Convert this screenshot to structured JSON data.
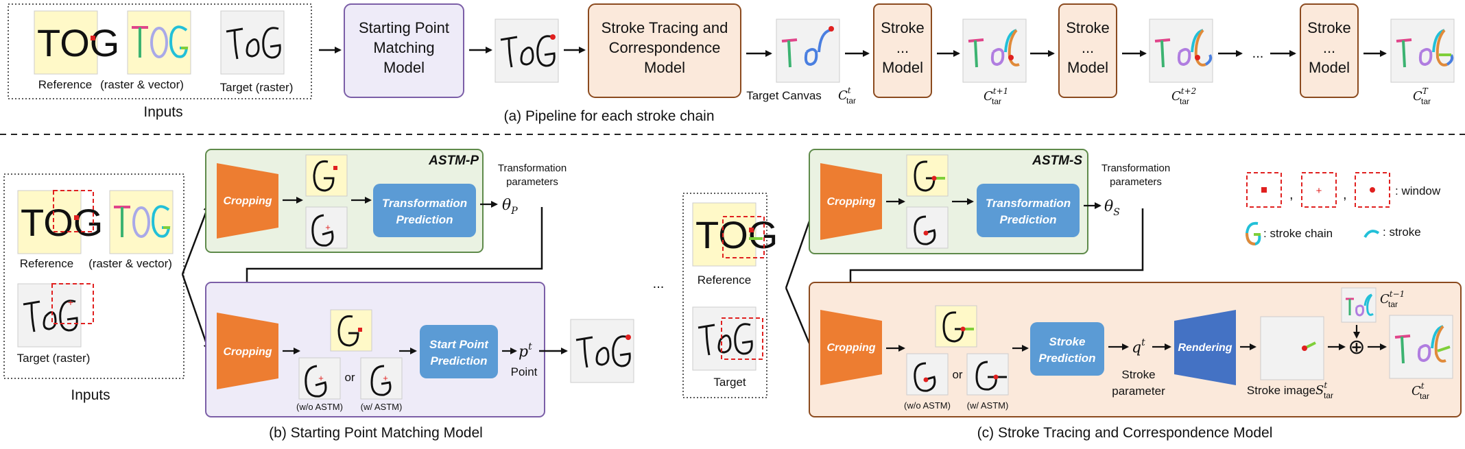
{
  "pipeline": {
    "caption": "(a) Pipeline for each stroke chain",
    "inputs_label": "Inputs",
    "reference_label": "Reference",
    "raster_vector_label": "(raster & vector)",
    "target_raster_label": "Target (raster)",
    "spm_box": [
      "Starting Point",
      "Matching",
      "Model"
    ],
    "stc_box": [
      "Stroke Tracing and",
      "Correspondence",
      "Model"
    ],
    "stroke_box": [
      "Stroke",
      "...",
      "Model"
    ],
    "target_canvas_label": "Target Canvas",
    "canvas_sym": "C",
    "canvas_sub": "tar",
    "sup_t": "t",
    "sup_t1": "t+1",
    "sup_t2": "t+2",
    "sup_T": "T",
    "ellipsis": "..."
  },
  "spm": {
    "caption": "(b) Starting Point Matching Model",
    "inputs_label": "Inputs",
    "reference_label": "Reference",
    "raster_vector_label": "(raster & vector)",
    "target_raster_label": "Target (raster)",
    "astm_title": "ASTM-P",
    "cropping": "Cropping",
    "transform_pred": [
      "Transformation",
      "Prediction"
    ],
    "transform_params": [
      "Transformation",
      "parameters"
    ],
    "theta": "θ",
    "theta_sub": "P",
    "start_point_pred": [
      "Start Point",
      "Prediction"
    ],
    "point_sym": "p",
    "point_sup": "t",
    "point_label": "Point",
    "or": "or",
    "wo_astm": "(w/o ASTM)",
    "w_astm": "(w/ ASTM)"
  },
  "middle": {
    "ellipsis": "...",
    "reference_label": "Reference",
    "target_label": "Target"
  },
  "stc": {
    "caption": "(c) Stroke Tracing and Correspondence Model",
    "astm_title": "ASTM-S",
    "cropping": "Cropping",
    "transform_pred": [
      "Transformation",
      "Prediction"
    ],
    "transform_params": [
      "Transformation",
      "parameters"
    ],
    "theta": "θ",
    "theta_sub": "S",
    "stroke_pred": [
      "Stroke",
      "Prediction"
    ],
    "q_sym": "q",
    "q_sup": "t",
    "stroke_param": [
      "Stroke",
      "parameter"
    ],
    "rendering": "Rendering",
    "stroke_image_label": "Stroke image",
    "s_sym": "S",
    "s_sup": "t",
    "s_sub": "tar",
    "c_sym": "C",
    "c_sup_prev": "t−1",
    "c_sup": "t",
    "c_sub": "tar",
    "or": "or",
    "wo_astm": "(w/o ASTM)",
    "w_astm": "(w/ ASTM)",
    "plus": "⊕"
  },
  "legend": {
    "window": ": window",
    "comma": ",",
    "stroke_chain": ": stroke chain",
    "stroke": ": stroke"
  },
  "colors": {
    "orange": "#ED7D31",
    "blue_box": "#5B9BD5",
    "render_blue": "#4472C4",
    "purple_border": "#7B5EA7",
    "purple_fill": "#EEEBF8",
    "green_border": "#5E8A4A",
    "green_fill": "#EAF2E2",
    "peach_border": "#8B4A1E",
    "peach_fill": "#FBE9DB",
    "red": "#E0201F"
  }
}
